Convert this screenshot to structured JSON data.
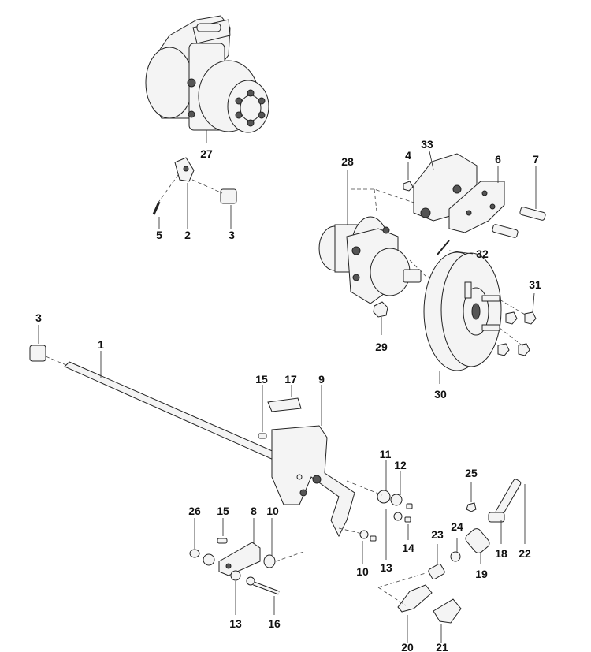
{
  "diagram": {
    "callouts": [
      "27",
      "28",
      "33",
      "4",
      "6",
      "7",
      "5",
      "2",
      "3",
      "32",
      "31",
      "29",
      "30",
      "3",
      "1",
      "15",
      "17",
      "9",
      "11",
      "12",
      "25",
      "22",
      "26",
      "15",
      "8",
      "10",
      "23",
      "24",
      "18",
      "19",
      "14",
      "13",
      "10",
      "13",
      "16",
      "20",
      "21"
    ]
  }
}
